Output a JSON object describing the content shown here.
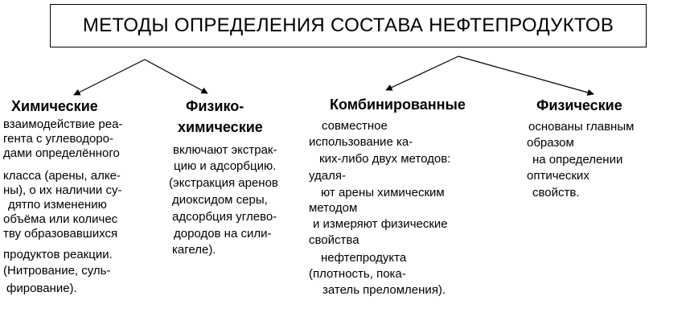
{
  "title": "МЕТОДЫ ОПРЕДЕЛЕНИЯ СОСТАВА НЕФТЕПРОДУКТОВ",
  "chemical": {
    "heading": "Химические",
    "lines": [
      "взаимодействие реа-",
      "гента с углеводоро-",
      "дами определённого",
      "класса (арены, алке-",
      "ны), о их наличии су-",
      "дятпо изменению",
      "объёма или количес",
      "тву образовавшихся",
      "продуктов реакции.",
      "(Нитрование, суль-",
      "фирование)."
    ]
  },
  "physchem": {
    "heading_1": "Физико-",
    "heading_2": "химические",
    "lines": [
      "включают экстрак-",
      "цию и адсорбцию.",
      "(экстракция аренов",
      "диоксидом серы,",
      "адсорбция углево-",
      "дородов на сили-",
      "кагеле)."
    ]
  },
  "combined": {
    "heading": "Комбинированные",
    "lines": [
      "совместное",
      "использование ка-",
      "ких-либо двух методов:",
      "удаля-",
      "ют арены химическим",
      "методом",
      "и измеряют физические",
      "свойства",
      "нефтепродукта",
      "(плотность, пока-",
      "затель преломления)."
    ]
  },
  "physical": {
    "heading": "Физические",
    "lines": [
      "основаны главным",
      "образом",
      "на определении",
      "оптических",
      "свойств."
    ]
  }
}
